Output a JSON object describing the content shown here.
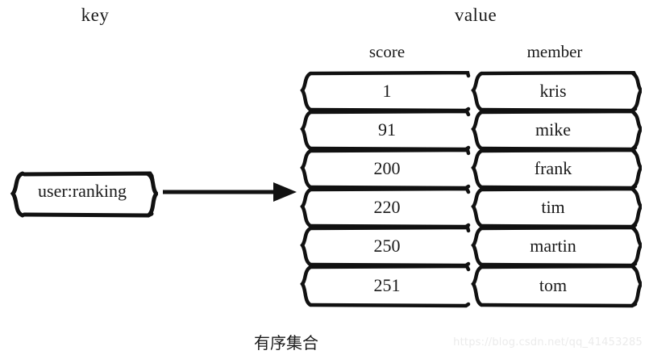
{
  "diagram": {
    "caption": "有序集合",
    "watermark": "https://blog.csdn.net/qq_41453285",
    "key_label": "key",
    "value_label": "value",
    "key_box": {
      "text": "user:ranking"
    },
    "arrow": {
      "name": "points-from-key-to-value"
    },
    "table": {
      "columns": [
        "score",
        "member"
      ],
      "rows": [
        {
          "score": "1",
          "member": "kris"
        },
        {
          "score": "91",
          "member": "mike"
        },
        {
          "score": "200",
          "member": "frank"
        },
        {
          "score": "220",
          "member": "tim"
        },
        {
          "score": "250",
          "member": "martin"
        },
        {
          "score": "251",
          "member": "tom"
        }
      ]
    },
    "colors": {
      "ink": "#111111",
      "background": "#ffffff",
      "watermark": "#ebebeb"
    }
  }
}
